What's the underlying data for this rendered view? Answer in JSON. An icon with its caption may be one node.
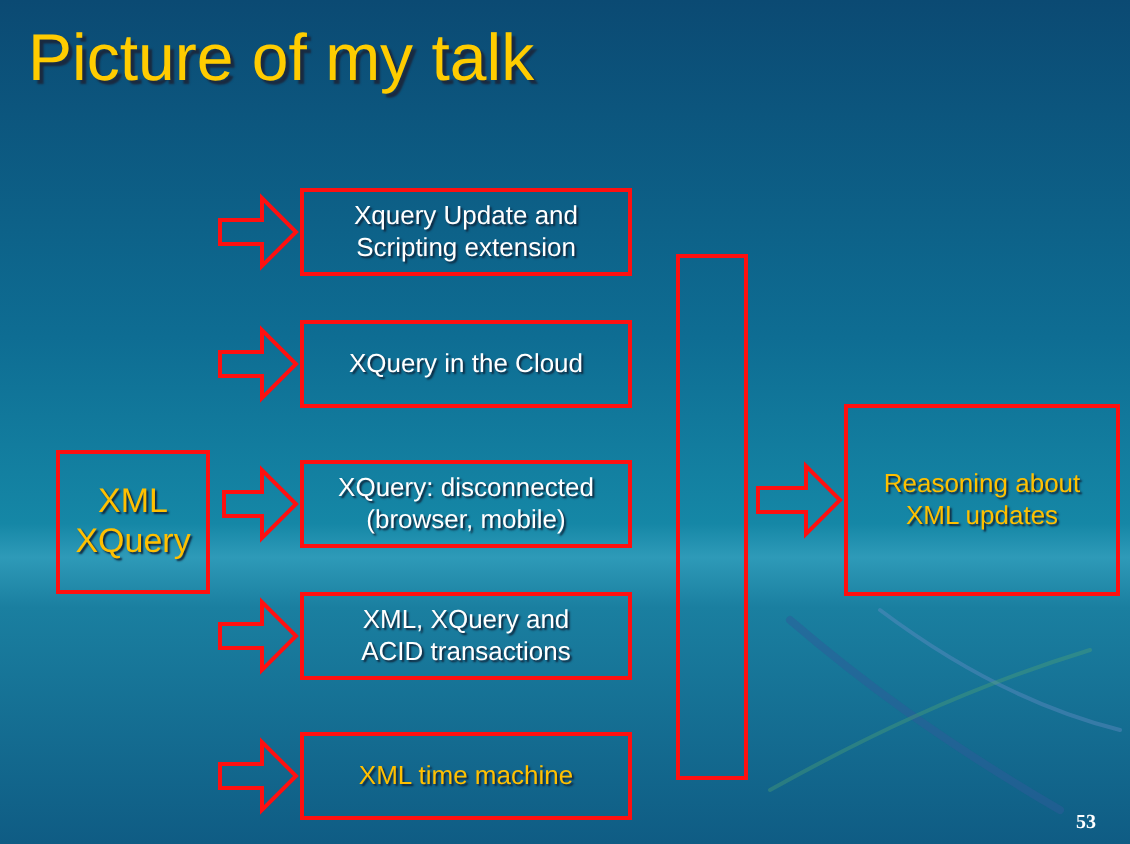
{
  "diagram": {
    "title": "Picture of my talk",
    "nodes": [
      {
        "text": [
          "XML XQuery"
        ]
      },
      {
        "text": [
          "Xquery Update and Scripting extension"
        ]
      },
      {
        "text": [
          "XQuery in the Cloud"
        ]
      },
      {
        "text": [
          "XQuery: disconnected (browser, mobile)"
        ]
      },
      {
        "text": [
          "XML, XQuery and ACID transactions"
        ]
      },
      {
        "text": [
          "XML time machine"
        ]
      },
      {
        "text": [],
        "shape": "box"
      },
      {
        "text": [
          "Reasoning about XML updates"
        ]
      }
    ],
    "edges": [
      {
        "from": null,
        "to": 1,
        "arrow": "to"
      },
      {
        "from": null,
        "to": 2,
        "arrow": "to"
      },
      {
        "from": 0,
        "to": 3,
        "arrow": "to"
      },
      {
        "from": null,
        "to": 4,
        "arrow": "to"
      },
      {
        "from": null,
        "to": 5,
        "arrow": "to"
      },
      {
        "from": 6,
        "to": 7,
        "arrow": "to"
      }
    ],
    "labels": [
      "53"
    ]
  }
}
